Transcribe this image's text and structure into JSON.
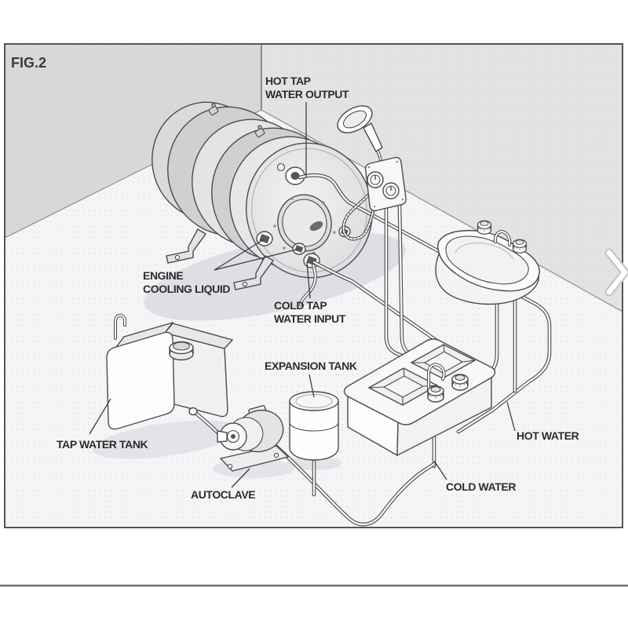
{
  "figure": {
    "label": "FIG.2"
  },
  "labels": {
    "hot_tap_water_output": {
      "line1": "HOT TAP",
      "line2": "WATER OUTPUT"
    },
    "engine_cooling_liquid": {
      "line1": "ENGINE",
      "line2": "COOLING LIQUID"
    },
    "cold_tap_water_input": {
      "line1": "COLD TAP",
      "line2": "WATER INPUT"
    },
    "expansion_tank": {
      "text": "EXPANSION TANK"
    },
    "tap_water_tank": {
      "text": "TAP WATER TANK"
    },
    "autoclave": {
      "text": "AUTOCLAVE"
    },
    "hot_water": {
      "text": "HOT WATER"
    },
    "cold_water": {
      "text": "COLD WATER"
    }
  },
  "icons": {
    "next_arrow": "chevron-right"
  },
  "colors": {
    "left_wall": "#d7d8da",
    "back_wall": "#e2e3e5",
    "floor": "#f4f5f6",
    "outline": "#47484b",
    "frame_border": "#535458",
    "label_text": "#2b2c2e",
    "divider": "#6e6f72"
  }
}
